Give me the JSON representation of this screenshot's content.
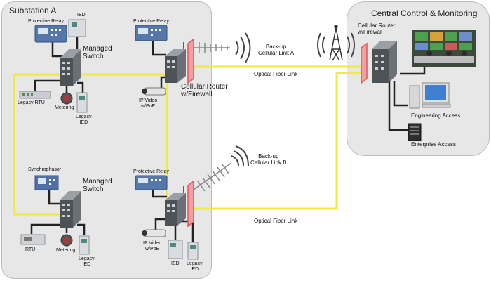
{
  "substation": {
    "title": "Substation A",
    "protective_relay_1": "Protective Relay",
    "ied_top": "IED",
    "managed_switch_1": [
      "Managed",
      "Switch"
    ],
    "protective_relay_2": "Protective Relay",
    "legacy_rtu": "Legacy RTU",
    "metering_1": "Metering",
    "legacy_ied_1": [
      "Legacy",
      "IED"
    ],
    "cellular_router_a": [
      "Cellular Router",
      "w/Firewall"
    ],
    "ip_video_1": [
      "IP Video",
      "w/PoE"
    ],
    "synchrophasor": "Synchrophasor",
    "managed_switch_2": [
      "Managed",
      "Switch"
    ],
    "protective_relay_3": "Protective Relay",
    "rtu": "RTU",
    "metering_2": "Metering",
    "legacy_ied_2": [
      "Legacy",
      "IED"
    ],
    "ip_video_2": [
      "IP Video",
      "w/PoE"
    ],
    "ied_bottom": "IED",
    "legacy_ied_3": [
      "Legacy",
      "IED"
    ]
  },
  "links": {
    "backup_a": [
      "Back-up",
      "Cellular Link A"
    ],
    "fiber_a": "Optical Fiber Link",
    "backup_b": [
      "Back-up",
      "Cellular Link B"
    ],
    "fiber_b": "Optical Fiber Link"
  },
  "central": {
    "title": "Central Control & Monitoring",
    "router": [
      "Cellular Router",
      "w/Firewall"
    ],
    "engineering_access": "Engineering Access",
    "enterprise_access": "Enterprise Access"
  },
  "colors": {
    "fiber": "#f2ea3c",
    "firewall": "#e0555a",
    "panel": "#e7e7e7"
  }
}
